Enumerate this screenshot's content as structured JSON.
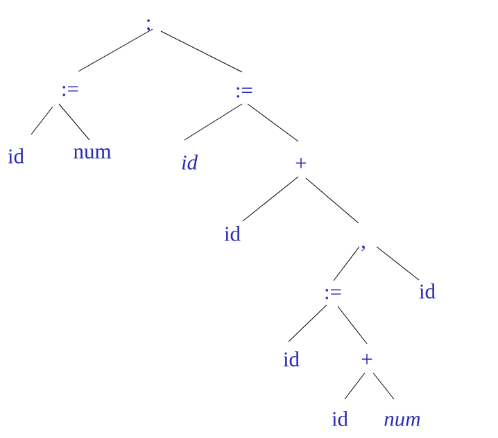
{
  "colors": {
    "text": "#2b2bb8",
    "edge": "#000000",
    "background": "#ffffff"
  },
  "tree": {
    "nodes": [
      {
        "id": "n1",
        "label": ";",
        "italic": false
      },
      {
        "id": "n2",
        "label": ":=",
        "italic": false
      },
      {
        "id": "n3",
        "label": ":=",
        "italic": false
      },
      {
        "id": "n4",
        "label": "id",
        "italic": false
      },
      {
        "id": "n5",
        "label": "num",
        "italic": false
      },
      {
        "id": "n6",
        "label": "id",
        "italic": true
      },
      {
        "id": "n7",
        "label": "+",
        "italic": false
      },
      {
        "id": "n8",
        "label": "id",
        "italic": false
      },
      {
        "id": "n9",
        "label": ",",
        "italic": false
      },
      {
        "id": "n10",
        "label": ":=",
        "italic": false
      },
      {
        "id": "n11",
        "label": "id",
        "italic": false
      },
      {
        "id": "n12",
        "label": "id",
        "italic": false
      },
      {
        "id": "n13",
        "label": "+",
        "italic": false
      },
      {
        "id": "n14",
        "label": "id",
        "italic": false
      },
      {
        "id": "n15",
        "label": "num",
        "italic": true
      }
    ],
    "edges": [
      [
        "n1",
        "n2"
      ],
      [
        "n1",
        "n3"
      ],
      [
        "n2",
        "n4"
      ],
      [
        "n2",
        "n5"
      ],
      [
        "n3",
        "n6"
      ],
      [
        "n3",
        "n7"
      ],
      [
        "n7",
        "n8"
      ],
      [
        "n7",
        "n9"
      ],
      [
        "n9",
        "n10"
      ],
      [
        "n9",
        "n12"
      ],
      [
        "n10",
        "n11"
      ],
      [
        "n10",
        "n13"
      ],
      [
        "n13",
        "n14"
      ],
      [
        "n13",
        "n15"
      ]
    ]
  }
}
